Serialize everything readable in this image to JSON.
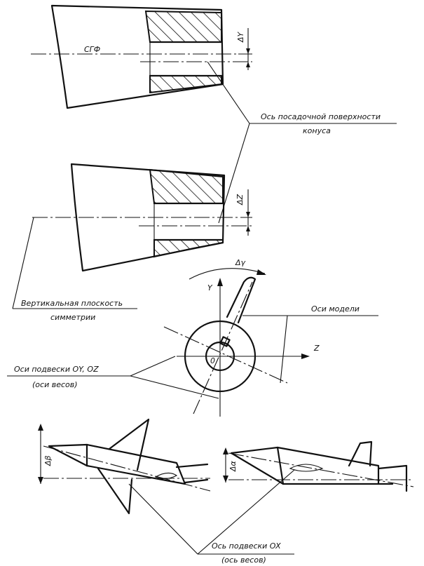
{
  "labels": {
    "sgf": "СГФ",
    "delta_y": "ΔY",
    "delta_z": "ΔZ",
    "delta_gamma": "Δγ",
    "delta_beta": "Δβ",
    "delta_alpha": "Δα",
    "cone_axis_line1": "Ось посадочной поверхности",
    "cone_axis_line2": "конуса",
    "vertical_plane_line1": "Вертикальная плоскость",
    "vertical_plane_line2": "симметрии",
    "model_axes": "Оси модели",
    "suspension_axes_line1": "Оси подвески OY, OZ",
    "suspension_axes_line2": "(оси весов)",
    "suspension_ox_line1": "Ось подвески OX",
    "suspension_ox_line2": "(ось весов)",
    "axis_y": "Y",
    "axis_z": "Z",
    "origin": "0"
  }
}
